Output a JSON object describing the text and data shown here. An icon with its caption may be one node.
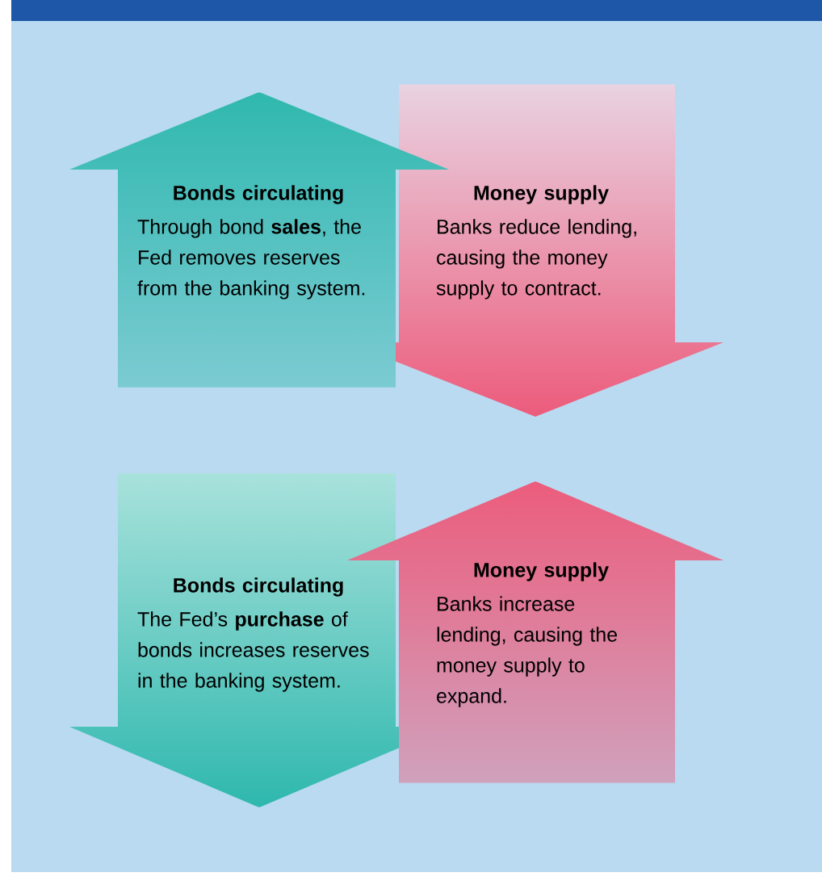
{
  "diagram": {
    "nodes": [
      {
        "text": [
          "Bonds circulating",
          "Through bond **sales**, the Fed removes reserves from the banking system."
        ]
      },
      {
        "text": [
          "Money supply",
          "Banks reduce lending, causing the money supply to contract."
        ]
      },
      {
        "text": [
          "Bonds circulating",
          "The Fed’s **purchase** of bonds increases reserves in the banking system."
        ]
      },
      {
        "text": [
          "Money supply",
          "Banks increase lending, causing the money supply to expand."
        ]
      }
    ]
  }
}
